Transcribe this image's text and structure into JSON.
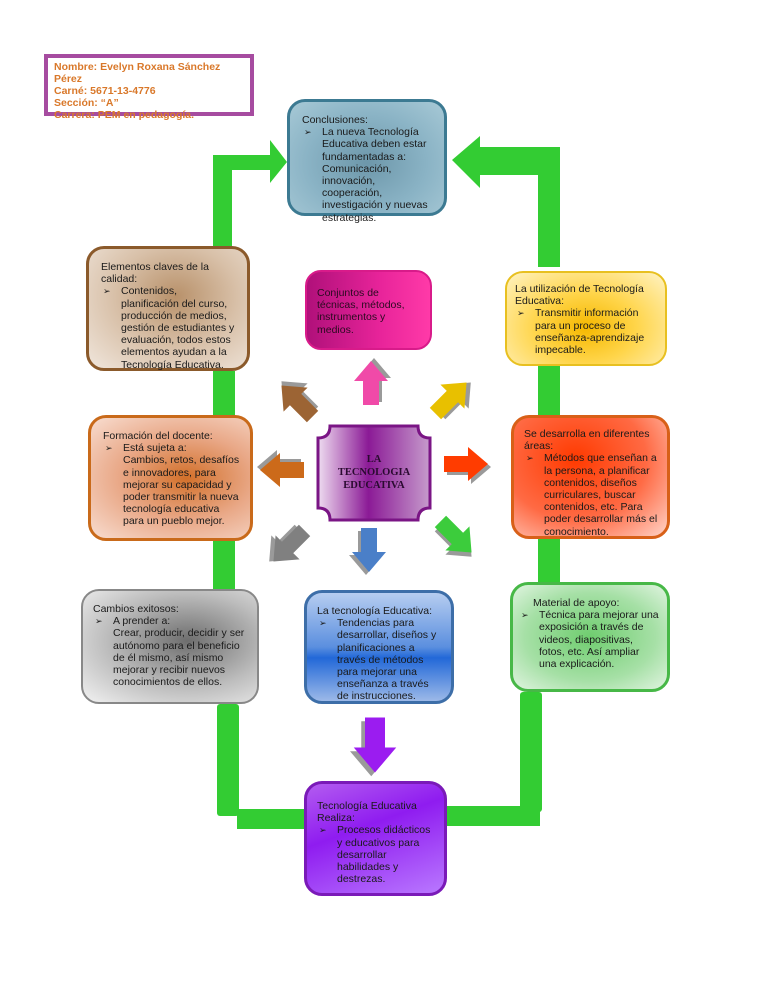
{
  "student_info": {
    "lines": [
      "Nombre: Evelyn Roxana Sánchez Pérez",
      "Carné: 5671-13-4776",
      "Sección: “A”",
      "Carrera: PEM en pedagogía."
    ],
    "text_color": "#d9782a",
    "border_color": "#a64ca0"
  },
  "center": {
    "lines": [
      "LA",
      "TECNOLOGIA",
      "EDUCATIVA"
    ],
    "color": "#8b1a96"
  },
  "connector_color": "#33cc33",
  "boxes": {
    "conclusiones": {
      "title": "Conclusiones:",
      "bullet": "La nueva Tecnología Educativa deben estar fundamentadas  a: Comunicación, innovación, cooperación, investigación y nuevas estrategias."
    },
    "elementos": {
      "title": "Elementos claves de  la calidad:",
      "bullet": "Contenidos, planificación del curso, producción de medios, gestión de estudiantes y evaluación, todos estos elementos ayudan a la Tecnología Educativa."
    },
    "conjuntos": {
      "text": "Conjuntos de técnicas, métodos, instrumentos y medios."
    },
    "utilizacion": {
      "title": "La utilización de Tecnología Educativa:",
      "bullet": "Transmitir información para un proceso de enseñanza-aprendizaje impecable."
    },
    "formacion": {
      "title": "Formación del docente:",
      "bullet": "Está sujeta a:",
      "extra": "Cambios, retos, desafíos e innovadores, para mejorar su capacidad  y poder transmitir la nueva tecnología educativa para un pueblo mejor."
    },
    "desarrolla": {
      "title": "Se desarrolla en diferentes áreas:",
      "bullet": "Métodos que enseñan a la persona, a planificar contenidos, diseños curriculares, buscar contenidos, etc. Para poder desarrollar más el conocimiento."
    },
    "cambios": {
      "title": "Cambios exitosos:",
      "bullet": "A prender a:",
      "extra": "Crear, producir, decidir  y ser autónomo  para el beneficio de él mismo, así mismo mejorar y recibir nuevos conocimientos de ellos."
    },
    "tecnologia": {
      "title": "La tecnología Educativa:",
      "bullet": "Tendencias  para desarrollar, diseños y planificaciones  a través de métodos para mejorar una enseñanza  a través de instrucciones."
    },
    "material": {
      "title": "Material de apoyo:",
      "bullet": "Técnica para  mejorar una exposición a través de videos, diapositivas, fotos, etc. Así ampliar una explicación."
    },
    "realiza": {
      "title": "Tecnología Educativa Realiza:",
      "bullet": "Procesos didácticos y educativos para desarrollar habilidades y destrezas."
    }
  },
  "arrows": [
    {
      "direction": "up",
      "color": "#f04aa8",
      "target": "conjuntos"
    },
    {
      "direction": "up-right",
      "color": "#e8c000",
      "target": "utilizacion"
    },
    {
      "direction": "right",
      "color": "#ff3c00",
      "target": "desarrolla"
    },
    {
      "direction": "down-right",
      "color": "#3ccc3c",
      "target": "material"
    },
    {
      "direction": "down",
      "color": "#4a7fc8",
      "target": "tecnologia"
    },
    {
      "direction": "down-left",
      "color": "#808080",
      "target": "cambios"
    },
    {
      "direction": "left",
      "color": "#cc6a1a",
      "target": "formacion"
    },
    {
      "direction": "up-left",
      "color": "#9c6434",
      "target": "elementos"
    },
    {
      "direction": "down",
      "color": "#9b1cf0",
      "target": "realiza"
    }
  ]
}
